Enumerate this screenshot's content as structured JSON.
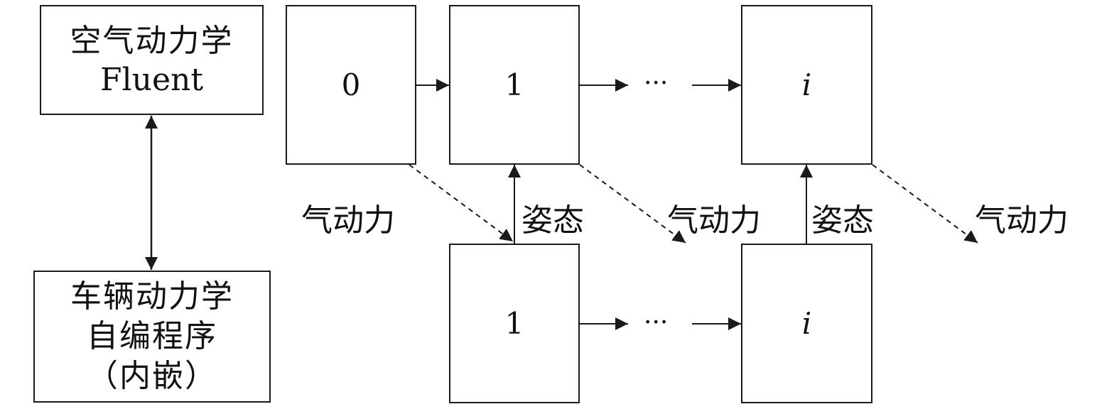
{
  "left_panel": {
    "aero_box": {
      "line1": "空气动力学",
      "line2": "Fluent"
    },
    "vehicle_box": {
      "line1": "车辆动力学",
      "line2": "自编程序",
      "line3": "（内嵌）"
    }
  },
  "top_row": {
    "step0": "0",
    "step1": "1",
    "stepi": "i",
    "ellipsis": "···"
  },
  "bottom_row": {
    "step1": "1",
    "stepi": "i",
    "ellipsis": "···"
  },
  "labels": {
    "aero_force_1": "气动力",
    "attitude_1": "姿态",
    "aero_force_2": "气动力",
    "attitude_2": "姿态",
    "aero_force_3": "气动力"
  }
}
